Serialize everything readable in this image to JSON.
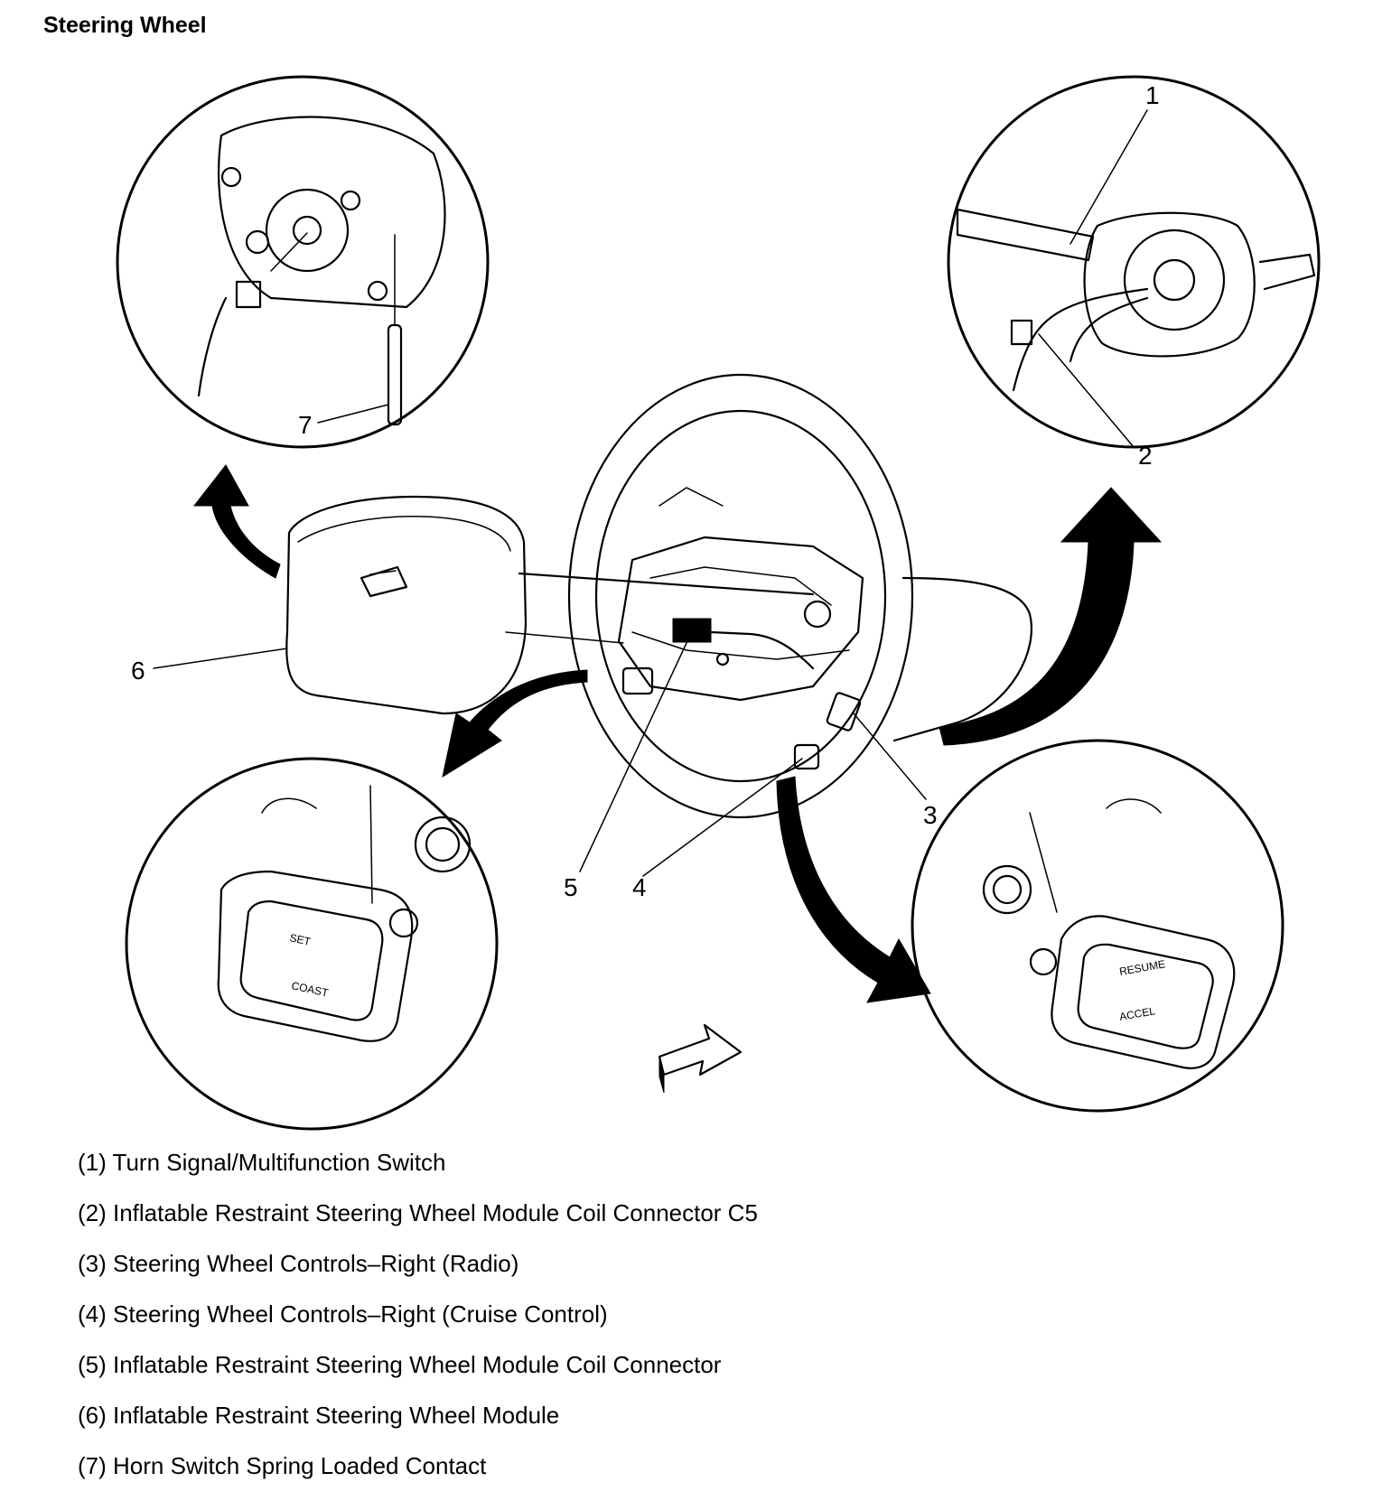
{
  "title": "Steering Wheel",
  "callouts": [
    "1",
    "2",
    "3",
    "4",
    "5",
    "6",
    "7"
  ],
  "button_labels": {
    "set": "SET",
    "coast": "COAST",
    "resume": "RESUME",
    "accel": "ACCEL"
  },
  "legend": [
    "(1) Turn Signal/Multifunction Switch",
    "(2) Inflatable Restraint Steering Wheel Module Coil Connector C5",
    "(3) Steering Wheel Controls–Right (Radio)",
    "(4) Steering Wheel Controls–Right (Cruise Control)",
    "(5) Inflatable Restraint Steering Wheel Module Coil Connector",
    "(6) Inflatable Restraint Steering Wheel Module",
    "(7) Horn Switch Spring Loaded Contact"
  ]
}
